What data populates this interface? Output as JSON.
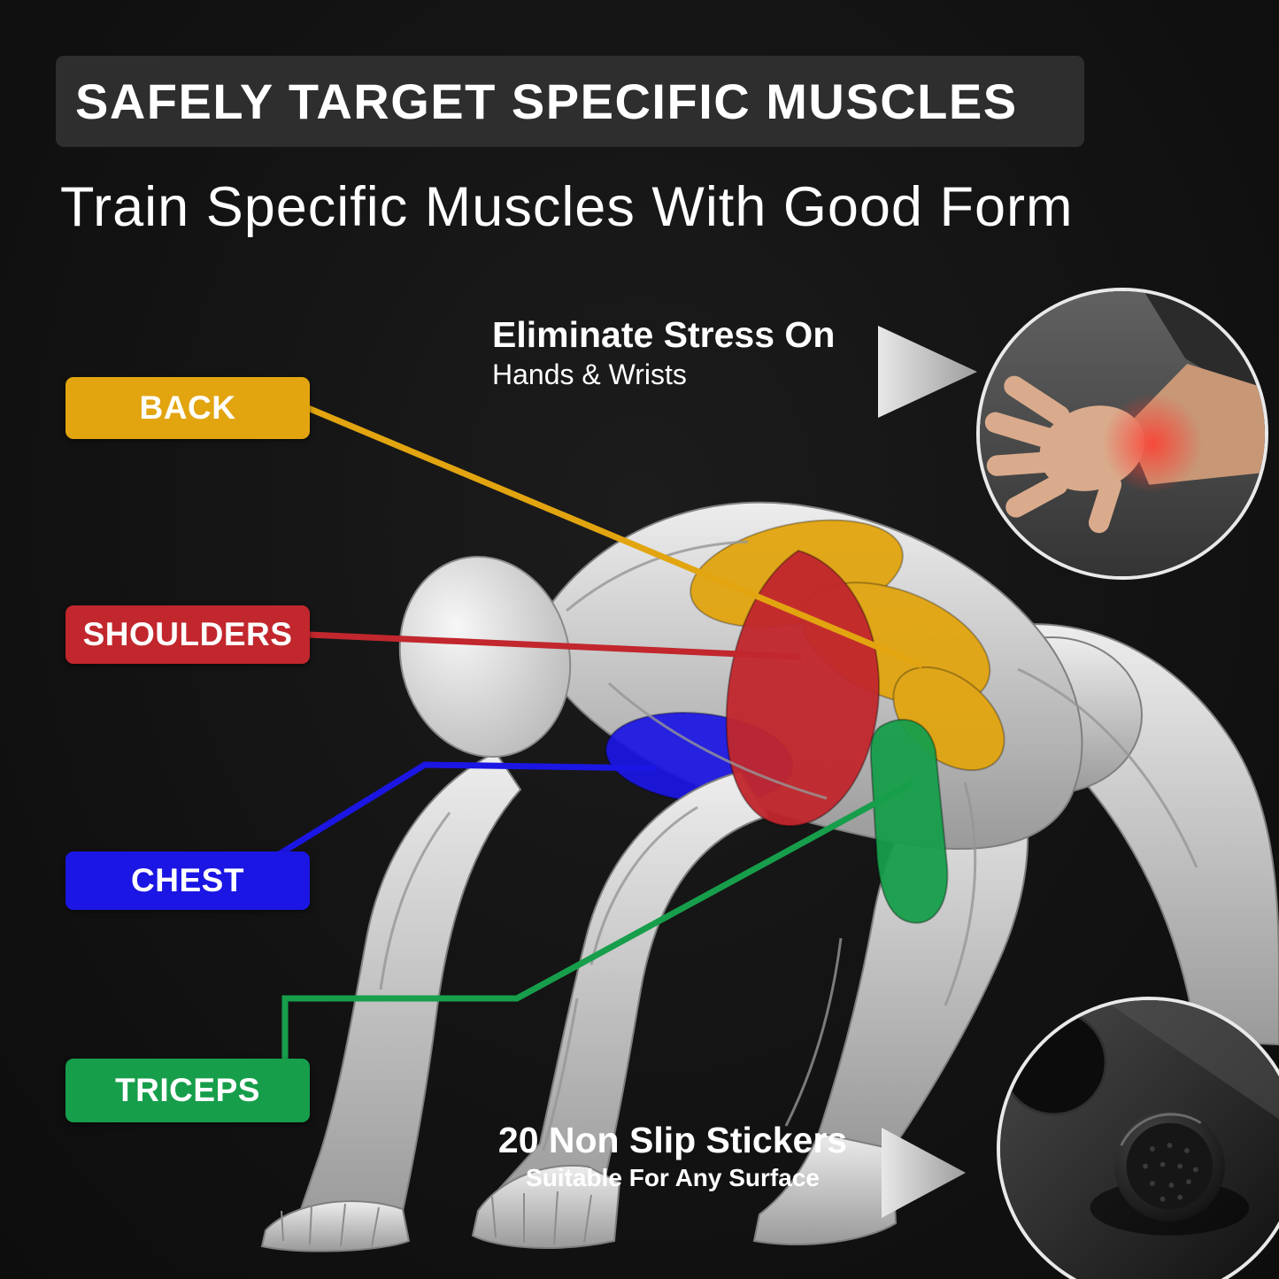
{
  "header": {
    "title": "SAFELY TARGET SPECIFIC MUSCLES",
    "subtitle": "Train Specific Muscles With Good Form"
  },
  "callouts": {
    "wrists": {
      "title": "Eliminate Stress On",
      "subtitle": "Hands & Wrists"
    },
    "stickers": {
      "title": "20 Non Slip Stickers",
      "subtitle": "Suitable For Any Surface"
    }
  },
  "muscles": [
    {
      "label": "BACK",
      "color": "#e2a510"
    },
    {
      "label": "SHOULDERS",
      "color": "#c1272d"
    },
    {
      "label": "CHEST",
      "color": "#1b16e3"
    },
    {
      "label": "TRICEPS",
      "color": "#179e4b"
    }
  ],
  "accents": {
    "arrow_color": "#cfcfcf",
    "header_bar": "#2e2e2e"
  }
}
